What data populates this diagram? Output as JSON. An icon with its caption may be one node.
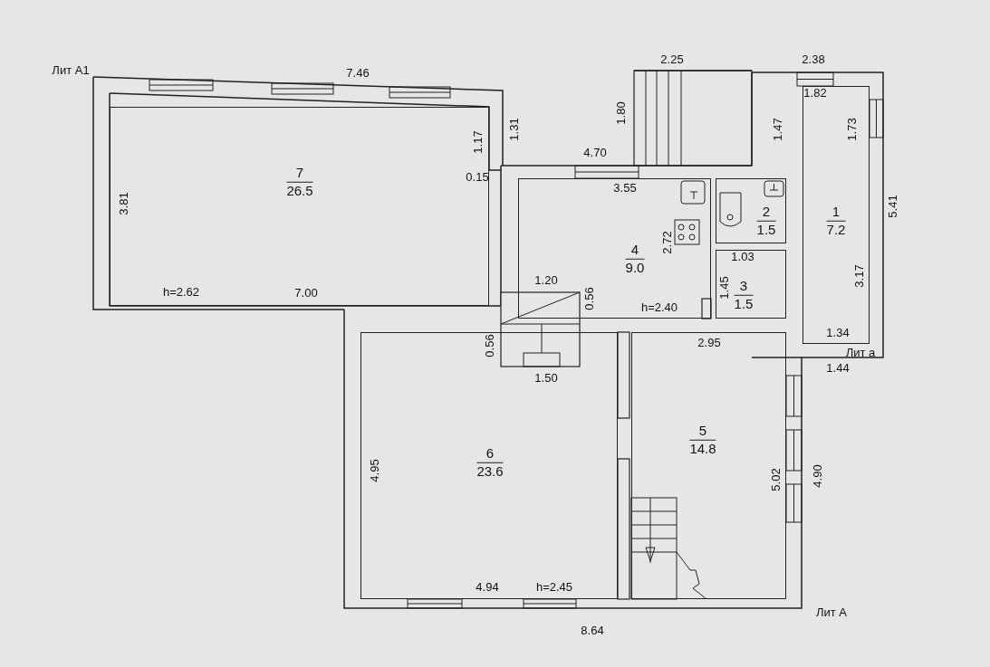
{
  "diagram": {
    "nodes": [
      {
        "text": [
          "7",
          "26.5"
        ]
      },
      {
        "text": [
          "2",
          "1.5"
        ]
      },
      {
        "text": [
          "1",
          "7.2"
        ]
      },
      {
        "text": [
          "4",
          "9.0"
        ]
      },
      {
        "text": [
          "3",
          "1.5"
        ]
      },
      {
        "text": [
          "6",
          "23.6"
        ]
      },
      {
        "text": [
          "5",
          "14.8"
        ]
      }
    ],
    "edges": [],
    "labels": [
      "Лит А1",
      "7.46",
      "2.25",
      "2.38",
      "1.82",
      "1.31",
      "1.80",
      "1.17",
      "1.47",
      "1.73",
      "5.41",
      "4.70",
      "0.15",
      "3.55",
      "3.81",
      "2.72",
      "1.03",
      "3.17",
      "h=2.62",
      "7.00",
      "1.20",
      "0.56",
      "1.45",
      "h=2.40",
      "1.34",
      "Лит а",
      "1.44",
      "0.56",
      "2.95",
      "1.50",
      "4.95",
      "5.02",
      "4.90",
      "4.94",
      "h=2.45",
      "Лит А",
      "8.64"
    ]
  }
}
